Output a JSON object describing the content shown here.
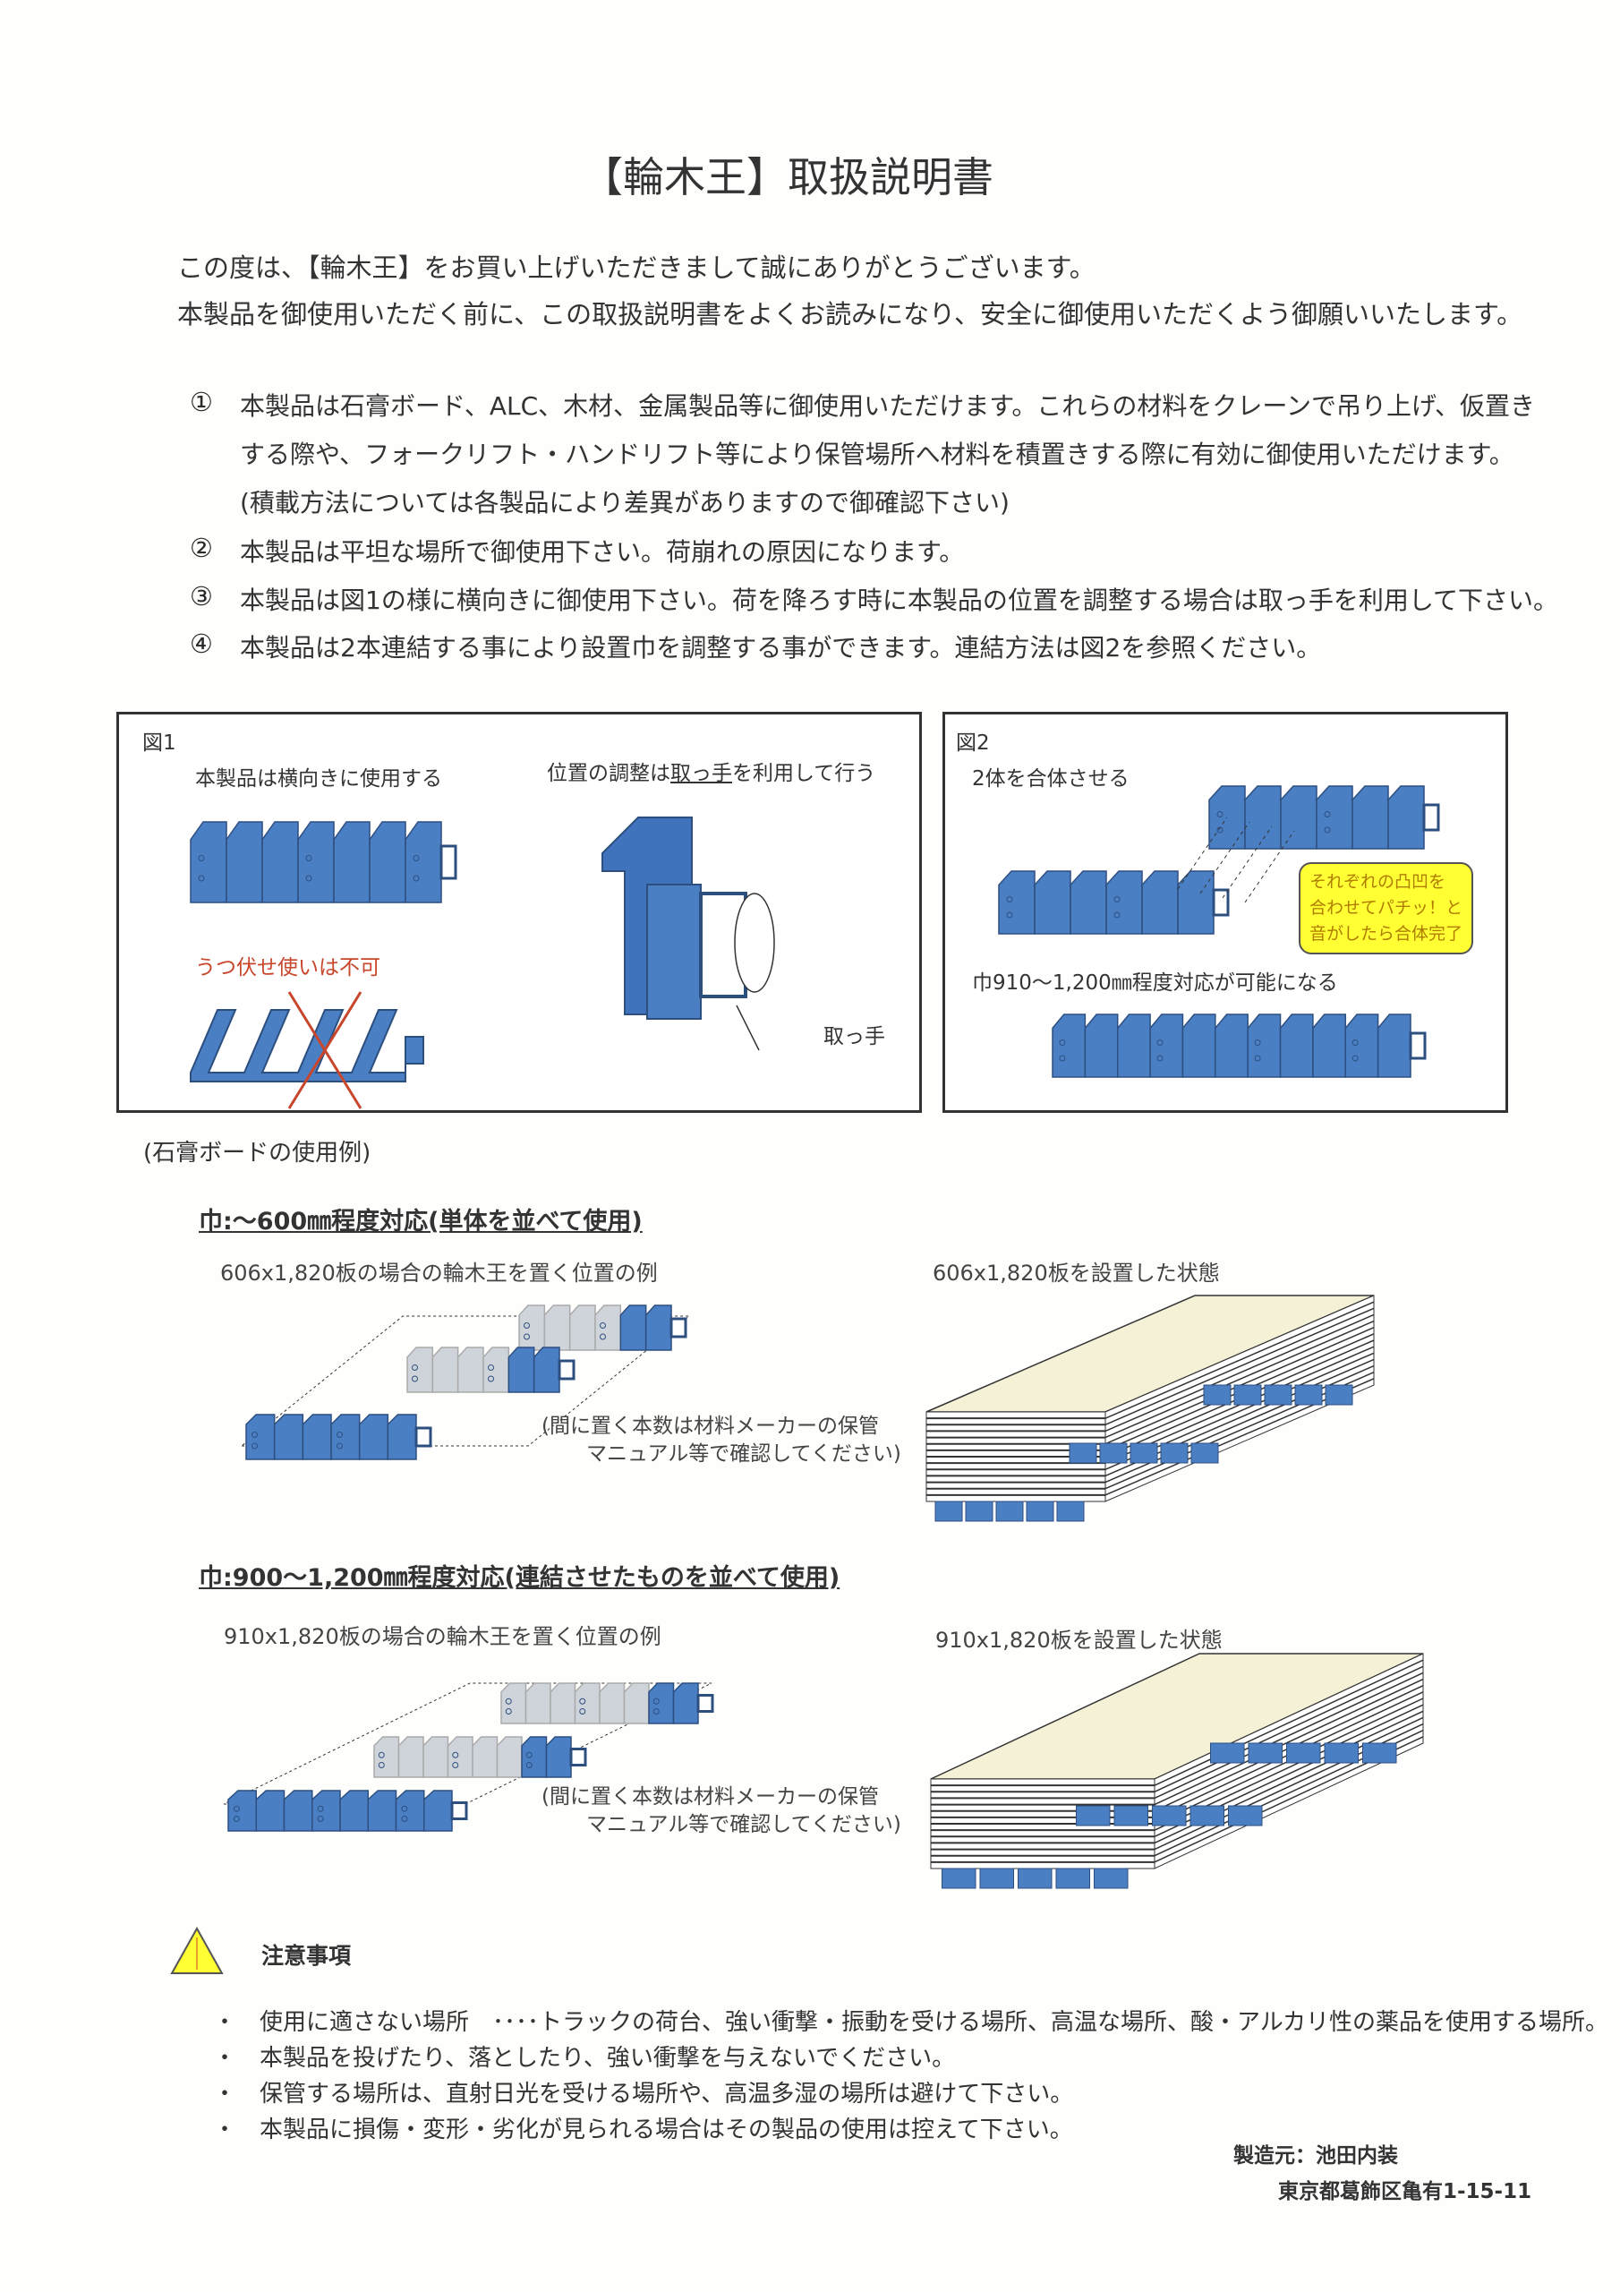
{
  "title": "【輪木王】取扱説明書",
  "intro": [
    "この度は、【輪木王】をお買い上げいただきまして誠にありがとうございます。",
    "本製品を御使用いただく前に、この取扱説明書をよくお読みになり、安全に御使用いただくよう御願いいたします。"
  ],
  "items": [
    {
      "num": "①",
      "lines": [
        "本製品は石膏ボード、ALC、木材、金属製品等に御使用いただけます。これらの材料をクレーンで吊り上げ、仮置き",
        "する際や、フォークリフト・ハンドリフト等により保管場所へ材料を積置きする際に有効に御使用いただけます。",
        "(積載方法については各製品により差異がありますので御確認下さい)"
      ]
    },
    {
      "num": "②",
      "lines": [
        "本製品は平坦な場所で御使用下さい。荷崩れの原因になります。"
      ]
    },
    {
      "num": "③",
      "lines": [
        "本製品は図1の様に横向きに御使用下さい。荷を降ろす時に本製品の位置を調整する場合は取っ手を利用して下さい。"
      ]
    },
    {
      "num": "④",
      "lines": [
        "本製品は2本連結する事により設置巾を調整する事ができます。連結方法は図2を参照ください。"
      ]
    }
  ],
  "fig1": {
    "label": "図1",
    "sideways": "本製品は横向きに使用する",
    "adjust_pre": "位置の調整は",
    "adjust_handle": "取っ手",
    "adjust_post": "を利用して行う",
    "prone": "うつ伏せ使いは不可",
    "handle": "取っ手"
  },
  "fig2": {
    "label": "図2",
    "combine": "2体を合体させる",
    "callout": [
      "それぞれの凸凹を",
      "合わせてパチッ！と",
      "音がしたら合体完了"
    ],
    "width": "巾910～1,200㎜程度対応が可能になる"
  },
  "example_title": "(石膏ボードの使用例)",
  "sections": [
    {
      "heading": "巾:～600㎜程度対応(単体を並べて使用)",
      "left_caption": "606x1,820板の場合の輪木王を置く位置の例",
      "right_caption": "606x1,820板を設置した状態",
      "note": [
        "(間に置く本数は材料メーカーの保管",
        "マニュアル等で確認してください)"
      ]
    },
    {
      "heading": "巾:900～1,200㎜程度対応(連結させたものを並べて使用)",
      "left_caption": "910x1,820板の場合の輪木王を置く位置の例",
      "right_caption": "910x1,820板を設置した状態",
      "note": [
        "(間に置く本数は材料メーカーの保管",
        "マニュアル等で確認してください)"
      ]
    }
  ],
  "caution": {
    "title": "注意事項",
    "bullet": "・",
    "items": [
      "使用に適さない場所　････トラックの荷台、強い衝撃・振動を受ける場所、高温な場所、酸・アルカリ性の薬品を使用する場所。",
      "本製品を投げたり、落としたり、強い衝撃を与えないでください。",
      "保管する場所は、直射日光を受ける場所や、高温多湿の場所は避けて下さい。",
      "本製品に損傷・変形・劣化が見られる場合はその製品の使用は控えて下さい。"
    ]
  },
  "maker": {
    "label": "製造元：池田内装",
    "address": "東京都葛飾区亀有1-15-11"
  },
  "colors": {
    "blue": "#4a7fc4",
    "warning_yellow": "#ffff33",
    "board_top": "#f4f1d6",
    "red": "#c8462b"
  }
}
